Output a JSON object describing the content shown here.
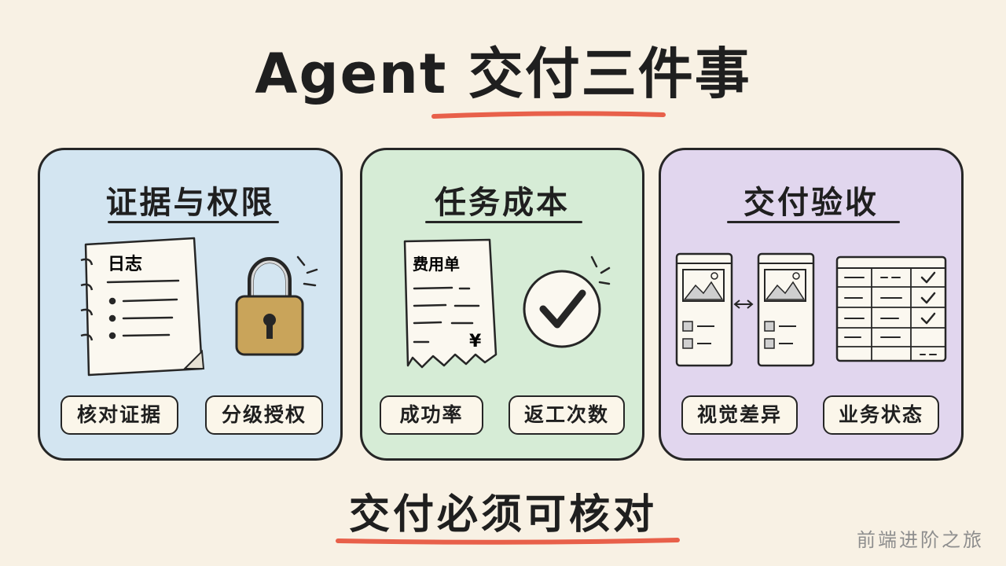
{
  "title": "Agent 交付三件事",
  "accent_color": "#e8604a",
  "panels": [
    {
      "title": "证据与权限",
      "bg": "#d3e5f1",
      "illustration": {
        "notebook_label": "日志",
        "icons": [
          "notebook-icon",
          "padlock-icon"
        ]
      },
      "chips": [
        "核对证据",
        "分级授权"
      ]
    },
    {
      "title": "任务成本",
      "bg": "#d6ecd6",
      "illustration": {
        "receipt_label": "费用单",
        "currency": "¥",
        "icons": [
          "receipt-icon",
          "checkmark-circle-icon"
        ]
      },
      "chips": [
        "成功率",
        "返工次数"
      ]
    },
    {
      "title": "交付验收",
      "bg": "#e1d6ee",
      "illustration": {
        "icons": [
          "screen-mockup-icon",
          "compare-arrows-icon",
          "checklist-table-icon"
        ]
      },
      "chips": [
        "视觉差异",
        "业务状态"
      ]
    }
  ],
  "bottom_text": "交付必须可核对",
  "watermark": "前端进阶之旅"
}
